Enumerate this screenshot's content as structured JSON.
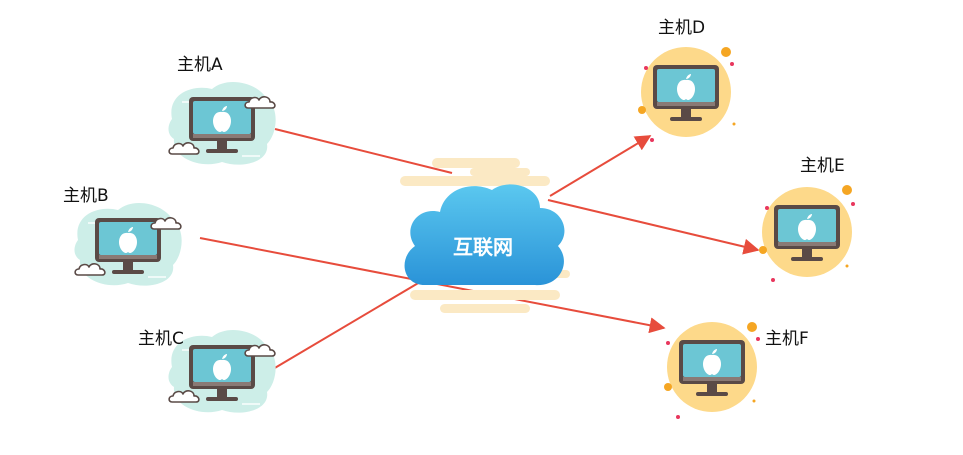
{
  "cloud": {
    "label": "互联网"
  },
  "hosts_left": [
    {
      "label": "主机A"
    },
    {
      "label": "主机B"
    },
    {
      "label": "主机C"
    }
  ],
  "hosts_right": [
    {
      "label": "主机D"
    },
    {
      "label": "主机E"
    },
    {
      "label": "主机F"
    }
  ],
  "colors": {
    "arrow": "#e74c3c",
    "left_blob": "#cdeee8",
    "right_circle": "#fdd98a",
    "monitor_screen": "#6cc6d4",
    "monitor_frame": "#5a4a46",
    "cloud_top": "#5bc8ef",
    "cloud_bottom": "#2a93d8",
    "cloud_halo": "#fbe9c4"
  }
}
